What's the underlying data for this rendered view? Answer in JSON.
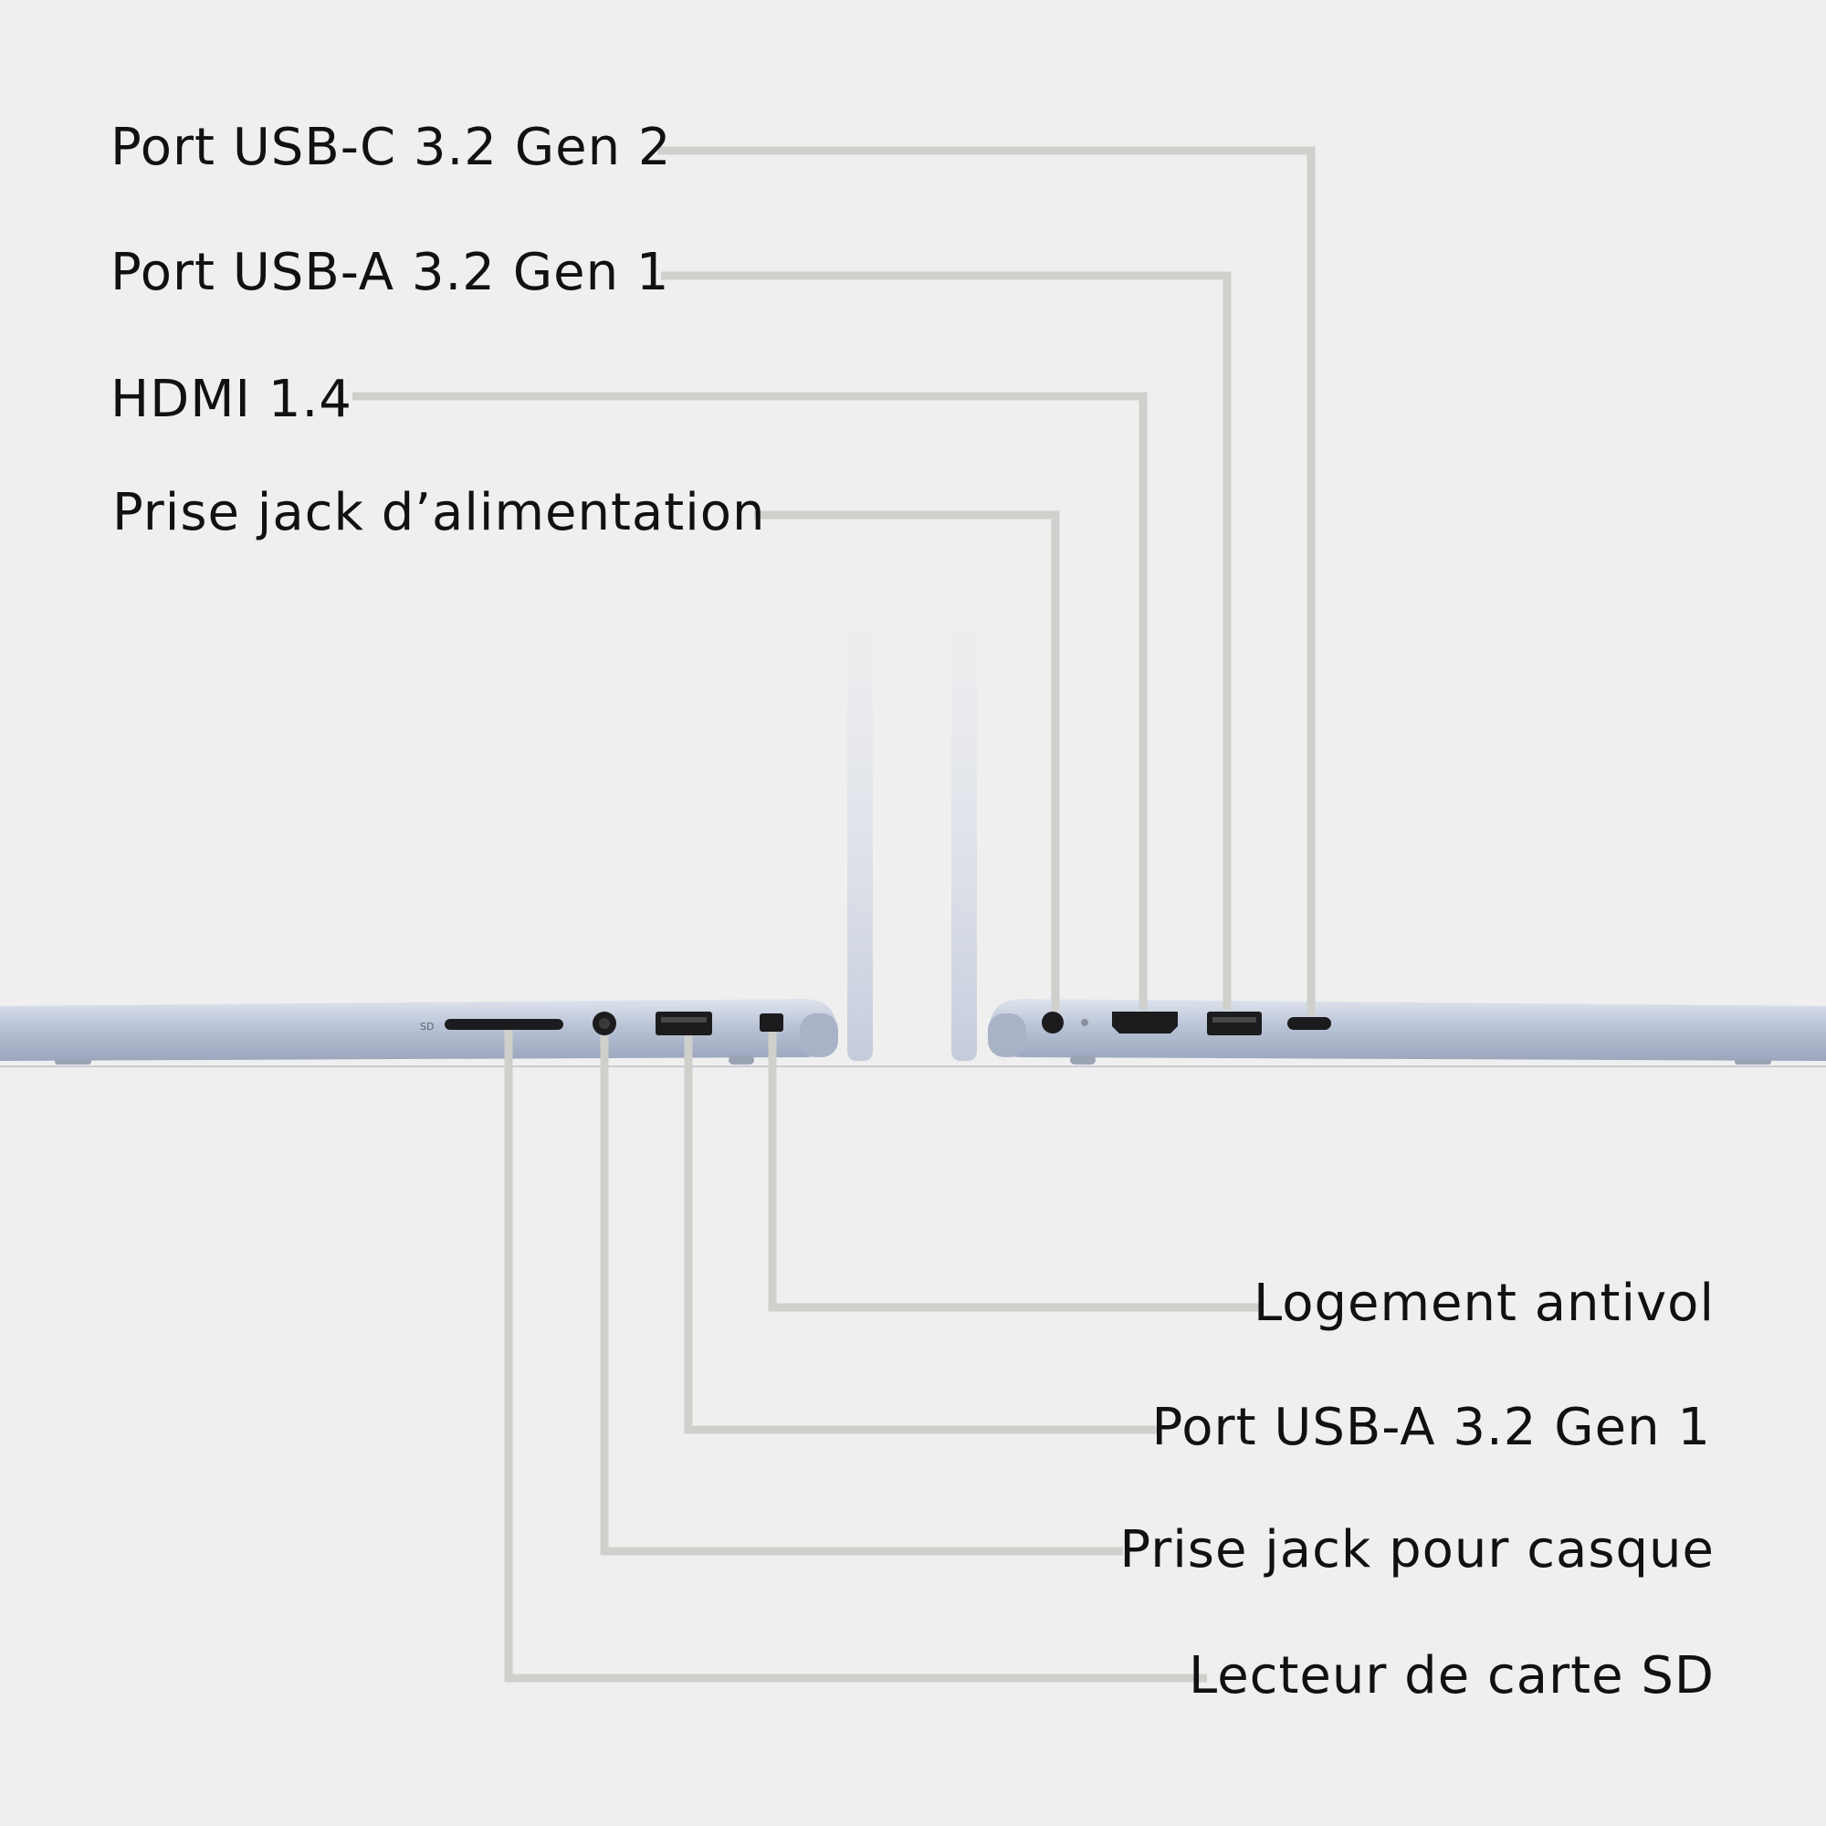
{
  "callouts_top": [
    {
      "id": "usb-c-port",
      "label": "Port USB-C 3.2 Gen 2"
    },
    {
      "id": "usb-a-port-right",
      "label": "Port USB-A 3.2 Gen 1"
    },
    {
      "id": "hdmi-port",
      "label": "HDMI 1.4"
    },
    {
      "id": "power-jack",
      "label": "Prise jack d’alimentation"
    }
  ],
  "callouts_bottom": [
    {
      "id": "security-slot",
      "label": "Logement antivol"
    },
    {
      "id": "usb-a-port-left",
      "label": "Port USB-A 3.2 Gen 1"
    },
    {
      "id": "headphone-jack",
      "label": "Prise jack pour casque"
    },
    {
      "id": "sd-card-reader",
      "label": "Lecteur de carte SD"
    }
  ],
  "colors": {
    "background": "#efefef",
    "leader_line": "#cfcfcc",
    "laptop_body": "#b9c3d6",
    "port": "#1c1c1e"
  }
}
